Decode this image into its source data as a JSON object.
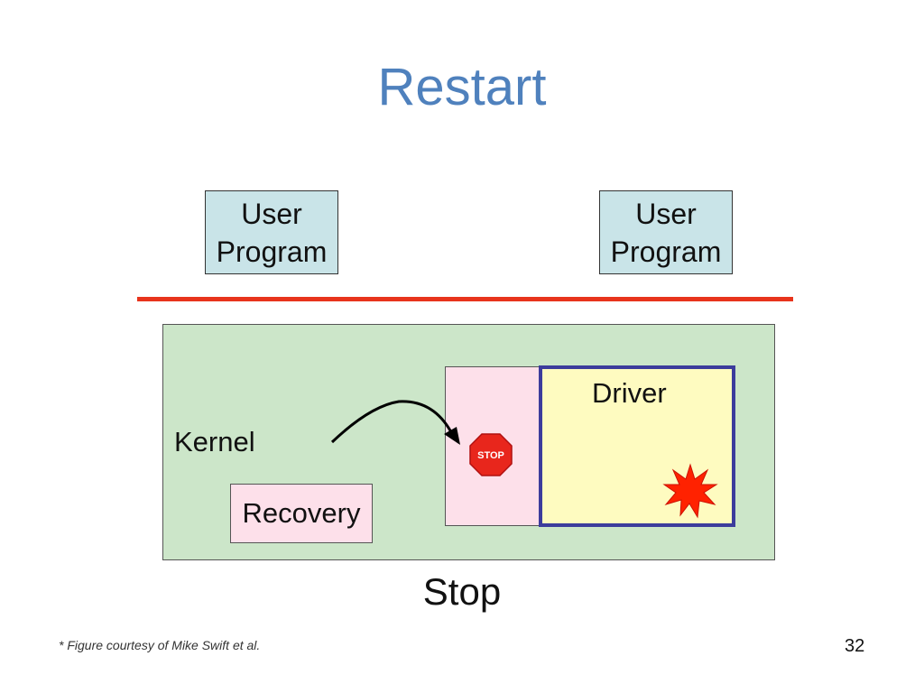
{
  "slide": {
    "title": "Restart",
    "footnote": "* Figure courtesy of Mike Swift et al.",
    "number": "32"
  },
  "diagram": {
    "user_program_left": {
      "line1": "User",
      "line2": "Program"
    },
    "user_program_right": {
      "line1": "User",
      "line2": "Program"
    },
    "kernel_label": "Kernel",
    "recovery_label": "Recovery",
    "driver_label": "Driver",
    "stop_sign_text": "STOP",
    "caption": "Stop"
  },
  "colors": {
    "title": "#4f81bd",
    "user_box": "#c9e4e8",
    "divider": "#e8341c",
    "kernel_box": "#cce6c9",
    "recovery_box": "#fde0ea",
    "driver_box": "#fefbc0",
    "driver_border": "#3c3c9c",
    "stop_sign": "#e8261c",
    "explosion": "#ff2200"
  },
  "icons": {
    "stop_sign": "stop-sign-icon",
    "explosion": "explosion-icon",
    "arrow": "curved-arrow-icon"
  }
}
